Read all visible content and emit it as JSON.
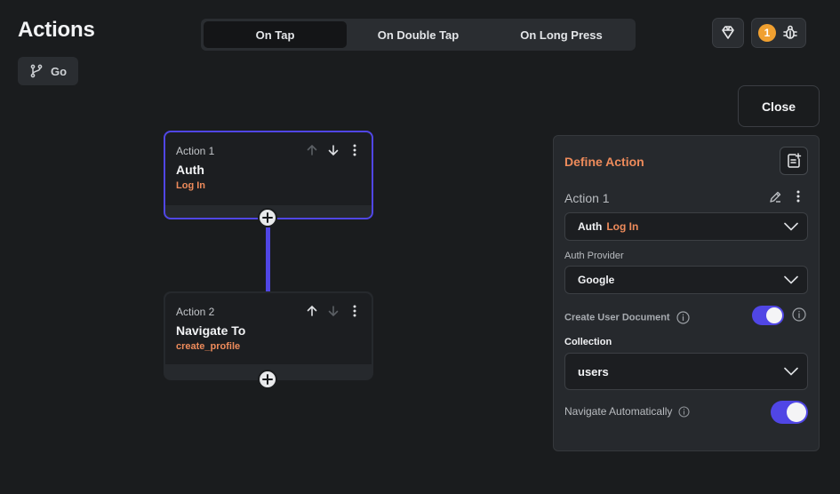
{
  "header": {
    "title": "Actions",
    "go_label": "Go",
    "tabs": [
      {
        "label": "On Tap",
        "active": true
      },
      {
        "label": "On Double Tap",
        "active": false
      },
      {
        "label": "On Long Press",
        "active": false
      }
    ],
    "debug_count": "1",
    "close_label": "Close"
  },
  "flow": {
    "nodes": [
      {
        "label": "Action 1",
        "name": "Auth",
        "sub": "Log In"
      },
      {
        "label": "Action 2",
        "name": "Navigate To",
        "sub": "create_profile"
      }
    ]
  },
  "panel": {
    "title": "Define Action",
    "action_label": "Action 1",
    "action_select": {
      "main": "Auth",
      "sub": "Log In"
    },
    "auth_provider_label": "Auth Provider",
    "auth_provider_value": "Google",
    "create_user_doc_label": "Create User Document",
    "create_user_doc_on": true,
    "collection_label": "Collection",
    "collection_value": "users",
    "navigate_auto_label": "Navigate Automatically",
    "navigate_auto_on": true
  },
  "colors": {
    "accent": "#5046e5",
    "highlight": "#ee8b5b",
    "badge": "#f0a030",
    "background": "#1a1c1e"
  }
}
